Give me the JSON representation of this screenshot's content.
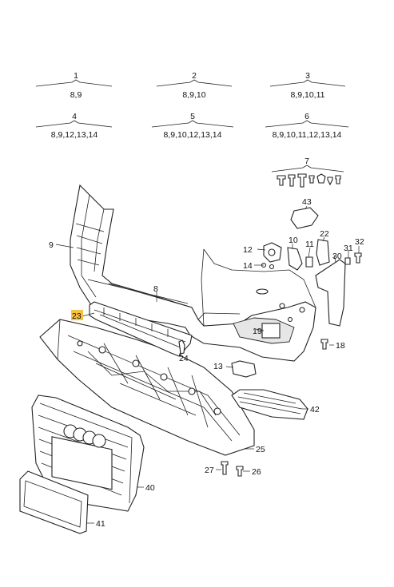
{
  "kits": [
    {
      "number": "1",
      "contents": "8,9"
    },
    {
      "number": "2",
      "contents": "8,9,10"
    },
    {
      "number": "3",
      "contents": "8,9,10,11"
    },
    {
      "number": "4",
      "contents": "8,9,12,13,14"
    },
    {
      "number": "5",
      "contents": "8,9,10,12,13,14"
    },
    {
      "number": "6",
      "contents": "8,9,10,11,12,13,14"
    },
    {
      "number": "7",
      "contents": ""
    }
  ],
  "callouts": {
    "p8": "8",
    "p9": "9",
    "p10": "10",
    "p11": "11",
    "p12": "12",
    "p13": "13",
    "p14": "14",
    "p18": "18",
    "p19": "19",
    "p22": "22",
    "p23": "23",
    "p24": "24",
    "p25": "25",
    "p26": "26",
    "p27": "27",
    "p30": "30",
    "p31": "31",
    "p32": "32",
    "p40": "40",
    "p41": "41",
    "p42": "42",
    "p43": "43"
  },
  "highlight_color": "#f5c242",
  "line_color": "#222222"
}
